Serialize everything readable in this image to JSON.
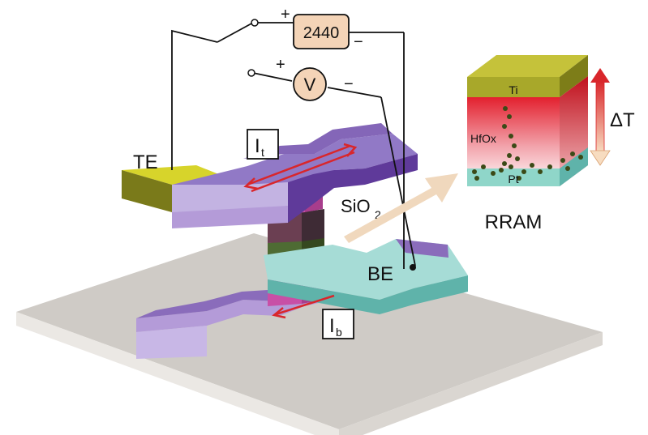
{
  "labels": {
    "source_meter": "2440",
    "voltmeter": "V",
    "meter_plus": "+",
    "meter_minus": "−",
    "volt_plus": "+",
    "volt_minus": "−",
    "te": "TE",
    "be": "BE",
    "it_main": "I",
    "it_sub": "t",
    "ib_main": "I",
    "ib_sub": "b",
    "sio2_main": "SiO",
    "sio2_sub": "2",
    "rram": "RRAM",
    "ti": "Ti",
    "hfox": "HfOx",
    "pt": "Pt",
    "delta_t": "ΔT"
  },
  "colors": {
    "substrate_top": "#cfcbc6",
    "substrate_side": "#ebe8e4",
    "heater": "#8467b8",
    "heater_light": "#c3b3e2",
    "te_pad": "#c9c720",
    "be_pad": "#a6dcd6",
    "pillar_magenta": "#c84fa6",
    "pillar_green": "#3f5a2a",
    "meter_fill": "#f4d4b7",
    "arrow_red": "#d9262b",
    "sio2_arrow": "#f0d8bd",
    "rram_ti": "#a8a82a",
    "rram_pt": "#8fd6c9",
    "dots": "#3b4a17"
  }
}
